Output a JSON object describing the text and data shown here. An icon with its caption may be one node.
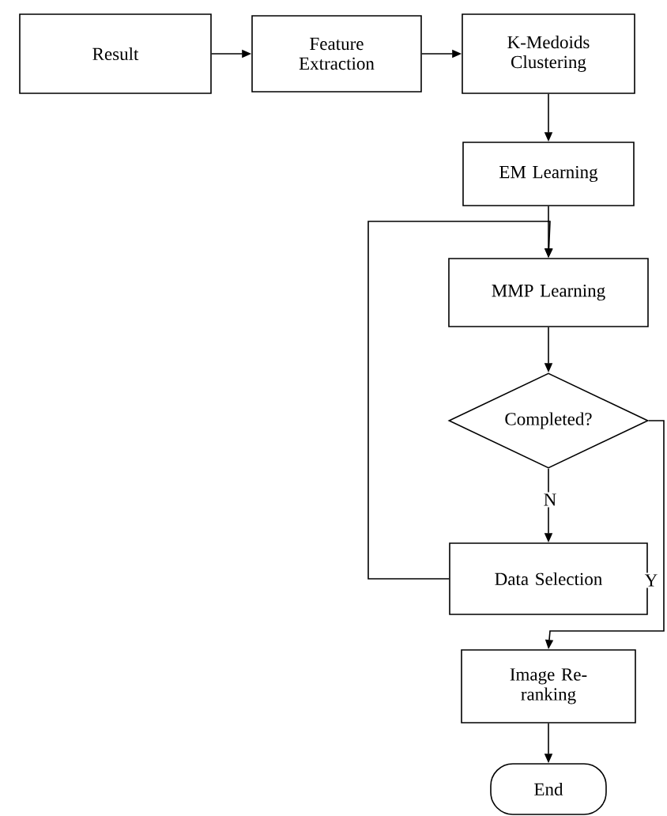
{
  "diagram": {
    "nodes": [
      {
        "text": [
          "Result"
        ]
      },
      {
        "text": [
          "Feature Extraction"
        ]
      },
      {
        "text": [
          "K-Medoids Clustering"
        ]
      },
      {
        "text": [
          "EM Learning"
        ]
      },
      {
        "text": [
          "MMP Learning"
        ]
      },
      {
        "text": [
          "Completed?"
        ]
      },
      {
        "text": [
          "Data Selection"
        ]
      },
      {
        "text": [
          "Image Re-ranking"
        ]
      },
      {
        "text": [
          "End"
        ]
      }
    ],
    "edges": [
      {
        "from": 0,
        "to": 1,
        "arrow": "to"
      },
      {
        "from": 1,
        "to": 2,
        "arrow": "to"
      },
      {
        "from": 2,
        "to": 3,
        "arrow": "to"
      },
      {
        "from": 3,
        "to": 4,
        "arrow": "to"
      },
      {
        "from": 4,
        "to": 5,
        "arrow": "to"
      },
      {
        "from": 5,
        "to": 6,
        "arrow": "to",
        "label": "N"
      },
      {
        "from": 6,
        "to": 4,
        "arrow": "to"
      },
      {
        "from": 5,
        "to": 7,
        "arrow": "to",
        "label": "Y"
      },
      {
        "from": 7,
        "to": 8,
        "arrow": "to"
      }
    ]
  }
}
